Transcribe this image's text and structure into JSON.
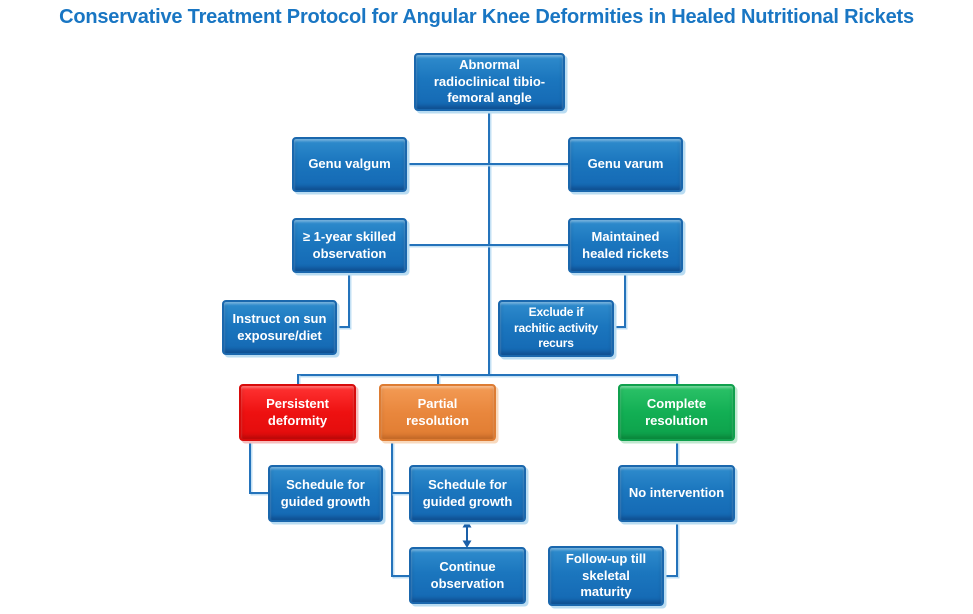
{
  "title": "Conservative Treatment Protocol for Angular Knee Deformities in Healed Nutritional Rickets",
  "colors": {
    "title": "#1976C3",
    "node_blue": "#1B74BD",
    "node_red": "#EE1111",
    "node_orange": "#E9873D",
    "node_green": "#12AF54",
    "connector": "#2473BB"
  },
  "nodes": {
    "root": {
      "label": "Abnormal\nradioclinical tibio-\nfemoral angle"
    },
    "genu_valgum": {
      "label": "Genu valgum"
    },
    "genu_varum": {
      "label": "Genu varum"
    },
    "skilled_observation": {
      "label": "≥ 1-year skilled\nobservation"
    },
    "maintained_healed": {
      "label": "Maintained\nhealed rickets"
    },
    "sun_exposure": {
      "label": "Instruct on sun\nexposure/diet"
    },
    "exclude_rachitic": {
      "label": "Exclude if\nrachitic activity\nrecurs"
    },
    "persistent_deformity": {
      "label": "Persistent\ndeformity"
    },
    "partial_resolution": {
      "label": "Partial\nresolution"
    },
    "complete_resolution": {
      "label": "Complete\nresolution"
    },
    "guided_growth_left": {
      "label": "Schedule for\nguided growth"
    },
    "guided_growth_mid": {
      "label": "Schedule for\nguided growth"
    },
    "no_intervention": {
      "label": "No intervention"
    },
    "continue_observation": {
      "label": "Continue\nobservation"
    },
    "follow_up": {
      "label": "Follow-up till\nskeletal\nmaturity"
    }
  }
}
